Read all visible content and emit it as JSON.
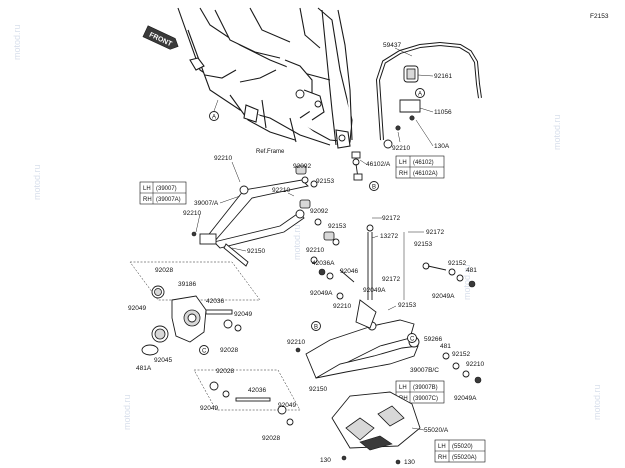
{
  "figure_code": "F2153",
  "front_marker": "FRONT",
  "ref_frame": "Ref.Frame",
  "watermark_text": "motod.ru",
  "callout_circles": [
    "A",
    "A",
    "B",
    "B",
    "C",
    "C"
  ],
  "side_tables": [
    {
      "rows": [
        {
          "side": "LH",
          "part": "(39007)"
        },
        {
          "side": "RH",
          "part": "(39007A)"
        }
      ]
    },
    {
      "rows": [
        {
          "side": "LH",
          "part": "(46102)"
        },
        {
          "side": "RH",
          "part": "(46102A)"
        }
      ]
    },
    {
      "rows": [
        {
          "side": "LH",
          "part": "(39007B)"
        },
        {
          "side": "RH",
          "part": "(39007C)"
        }
      ]
    },
    {
      "rows": [
        {
          "side": "LH",
          "part": "(55020)"
        },
        {
          "side": "RH",
          "part": "(55020A)"
        }
      ]
    }
  ],
  "part_numbers": {
    "p59437": "59437",
    "p92161": "92161",
    "p11056": "11056",
    "p130A": "130A",
    "p92210_a": "92210",
    "p46102A": "46102/A",
    "p92210_b": "92210",
    "p92092_a": "92092",
    "p92153_a": "92153",
    "p39007A": "39007/A",
    "p92210_c": "92210",
    "p92092_b": "92092",
    "p92210_d": "92210",
    "p92153_b": "92153",
    "p92172_a": "92172",
    "p13272": "13272",
    "p92172_b": "92172",
    "p92153_c": "92153",
    "p92150_a": "92150",
    "p92210_e": "92210",
    "p42036A": "42036A",
    "p92046": "92046",
    "p92028_a": "92028",
    "p39186": "39186",
    "p92049_a": "92049",
    "p92049A_a": "92049A",
    "p92210_f": "92210",
    "p92172_c": "92172",
    "p92152_a": "92152",
    "p481_a": "481",
    "p92049A_b": "92049A",
    "p42036_a": "42036",
    "p92153_d": "92153",
    "p92049_b": "92049",
    "p92028_b": "92028",
    "p92045": "92045",
    "p481A": "481A",
    "p59266": "59266",
    "p481_b": "481",
    "p39007BC": "39007B/C",
    "p92152_b": "92152",
    "p92210_g": "92210",
    "p92210_h": "92210",
    "p92028_c": "92028",
    "p42036_b": "42036",
    "p92049_c": "92049",
    "p92150_b": "92150",
    "p92049A_c": "92049A",
    "p92049_d": "92049",
    "p92028_d": "92028",
    "p55020A": "55020/A",
    "p130_a": "130",
    "p130_b": "130"
  }
}
